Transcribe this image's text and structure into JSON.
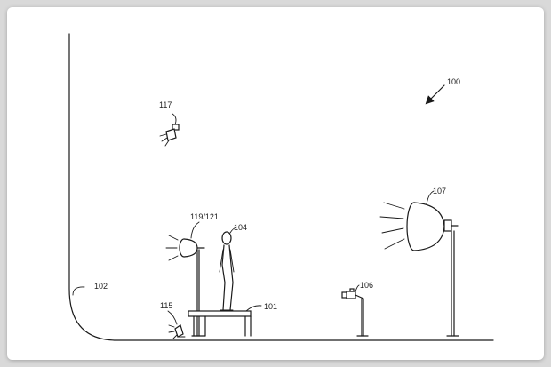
{
  "labels": {
    "system": "100",
    "table": "101",
    "backdrop": "102",
    "subject": "104",
    "camera": "106",
    "large_light": "107",
    "floor_light": "115",
    "overhead_light": "117",
    "key_light": "119/121"
  },
  "colors": {
    "frame_background": "#d9d9d9",
    "sheet": "#ffffff",
    "ink": "#1a1a1a"
  }
}
